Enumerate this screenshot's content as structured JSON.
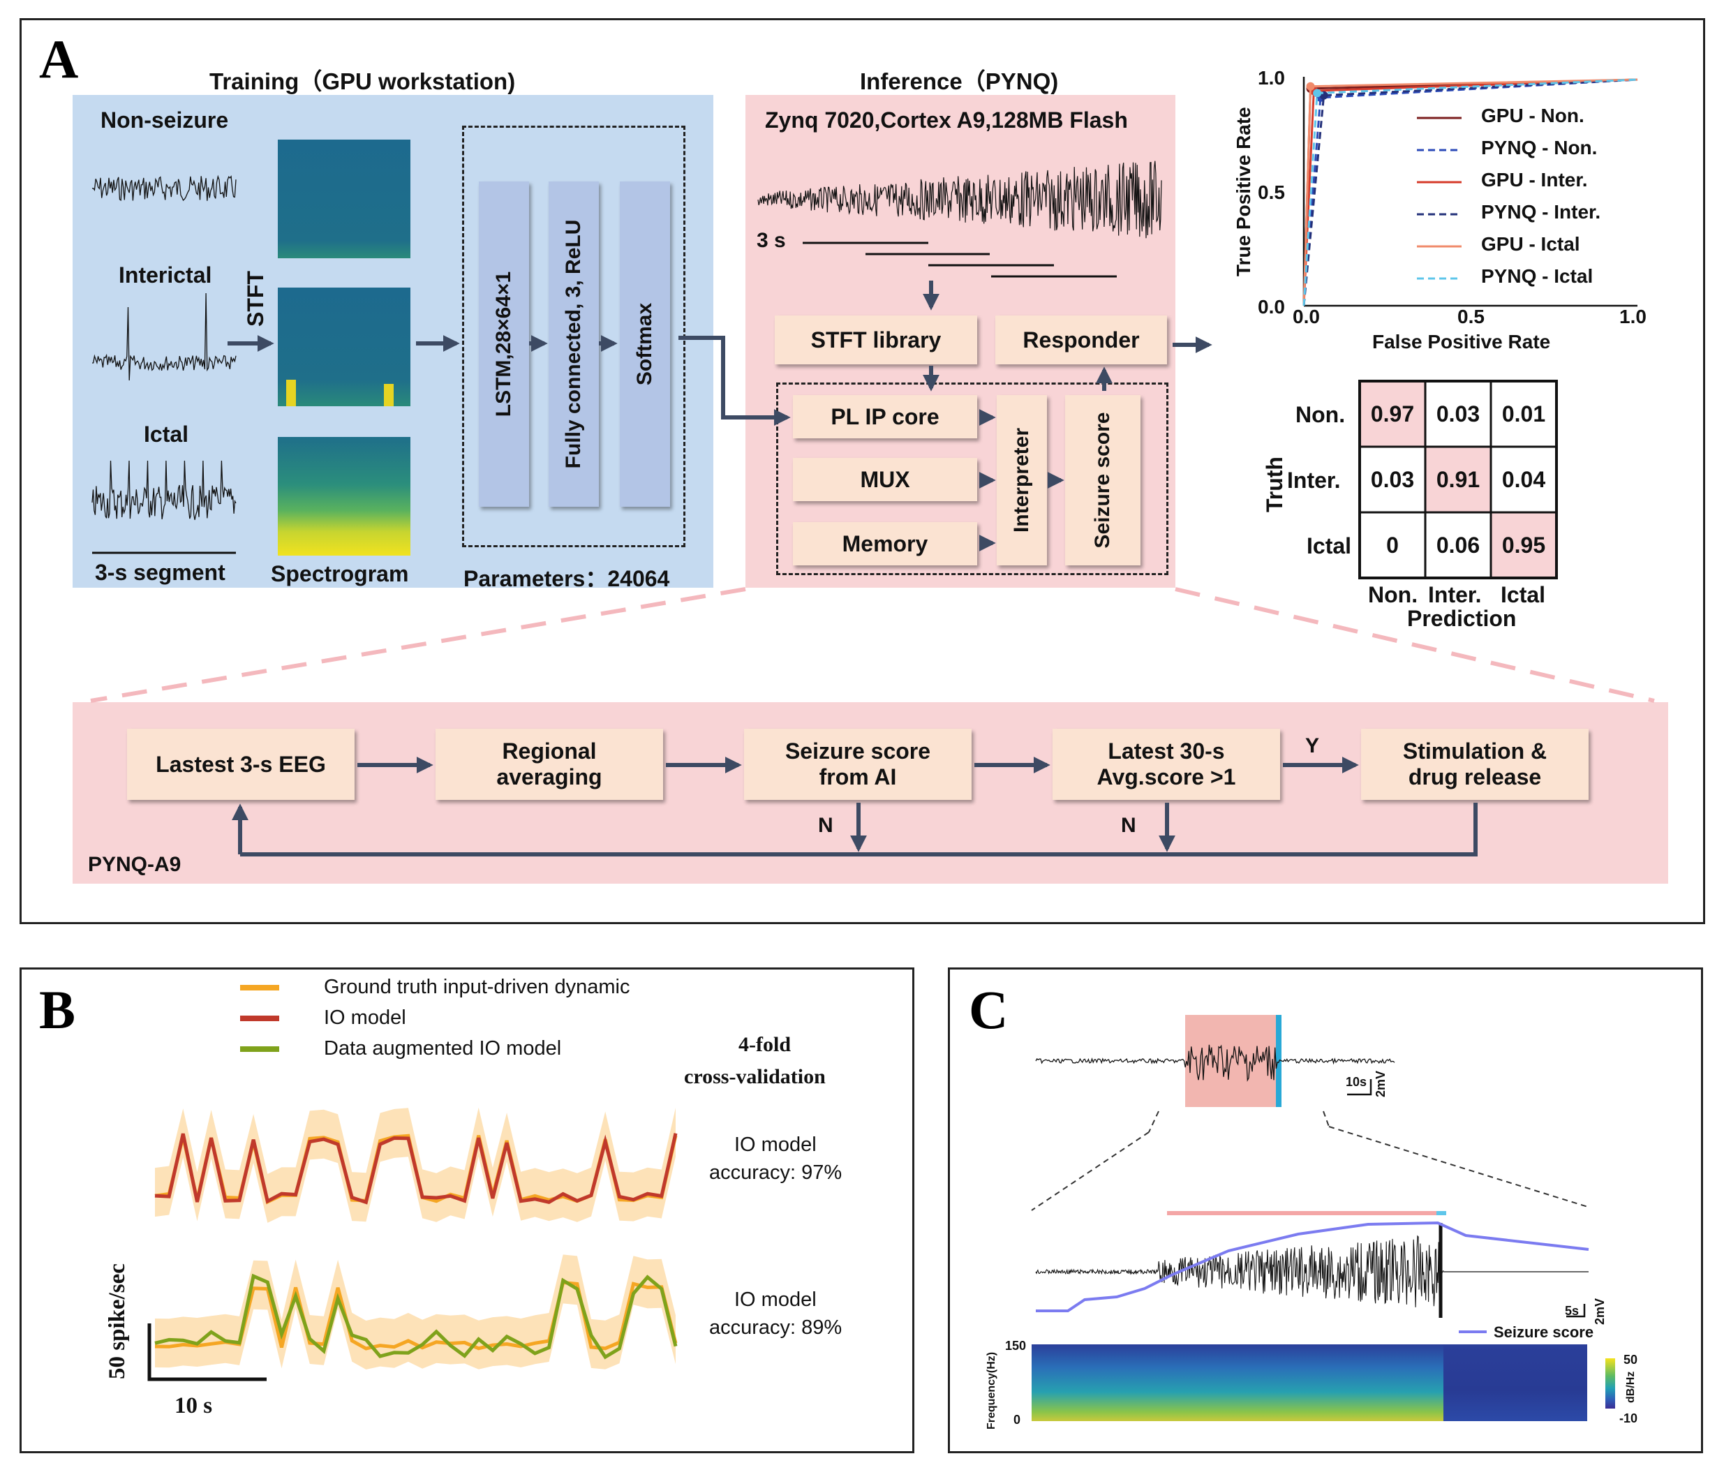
{
  "panel_a": {
    "letter": "A",
    "training_title": "Training（GPU workstation)",
    "inference_title": "Inference（PYNQ)",
    "non_seizure": "Non-seizure",
    "interictal": "Interictal",
    "ictal": "Ictal",
    "segment": "3-s segment",
    "stft": "STFT",
    "spectrogram": "Spectrogram",
    "lstm": "LSTM,28×64×1",
    "fc": "Fully connected, 3, ReLU",
    "softmax": "Softmax",
    "parameters": "Parameters：24064",
    "zynq": "Zynq 7020,Cortex A9,128MB Flash",
    "three_s": "3 s",
    "stft_library": "STFT library",
    "responder": "Responder",
    "pl_ip_core": "PL IP core",
    "mux": "MUX",
    "memory": "Memory",
    "interpreter": "Interpreter",
    "seizure_score": "Seizure score",
    "roc": {
      "ylabel": "True Positive Rate",
      "xlabel": "False Positive Rate",
      "yticks": [
        "1.0",
        "0.5",
        "0.0"
      ],
      "xticks": [
        "0.0",
        "0.5",
        "1.0"
      ],
      "legend": [
        "GPU - Non.",
        "PYNQ - Non.",
        "GPU - Inter.",
        "PYNQ - Inter.",
        "GPU - Ictal",
        "PYNQ - Ictal"
      ]
    },
    "confusion": {
      "rows": [
        "Non.",
        "Inter.",
        "Ictal"
      ],
      "cols": [
        "Non.",
        "Inter.",
        "Ictal"
      ],
      "values": [
        [
          "0.97",
          "0.03",
          "0.01"
        ],
        [
          "0.03",
          "0.91",
          "0.04"
        ],
        [
          "0",
          "0.06",
          "0.95"
        ]
      ],
      "ylabel": "Truth",
      "xlabel": "Prediction"
    },
    "flow": {
      "step1": "Lastest 3-s EEG",
      "step2": "Regional averaging",
      "step3": "Seizure score from AI",
      "step4": "Latest 30-s Avg.score >1",
      "step5": "Stimulation & drug release",
      "yes": "Y",
      "no1": "N",
      "no2": "N",
      "label": "PYNQ-A9"
    }
  },
  "panel_b": {
    "letter": "B",
    "legend": [
      "Ground truth input-driven dynamic",
      "IO model",
      "Data augmented IO model"
    ],
    "cv_line1": "4-fold",
    "cv_line2": "cross-validation",
    "acc1_line1": "IO model",
    "acc1_line2": "accuracy: 97%",
    "acc2_line1": "IO model",
    "acc2_line2": "accuracy: 89%",
    "yscale": "50 spike/sec",
    "xscale": "10 s",
    "colors": {
      "truth": "#f5a623",
      "io": "#c0392b",
      "aug": "#7fa21b"
    }
  },
  "panel_c": {
    "letter": "C",
    "scale1_time": "10s",
    "scale1_volt": "2mV",
    "scale2_time": "5s",
    "scale2_volt": "2mV",
    "score_legend": "Seizure score",
    "freq_label": "Frequency(Hz)",
    "freq_top": "150",
    "freq_bottom": "0",
    "cbar_top": "50",
    "cbar_unit": "dB/Hz",
    "cbar_bottom": "-10"
  }
}
